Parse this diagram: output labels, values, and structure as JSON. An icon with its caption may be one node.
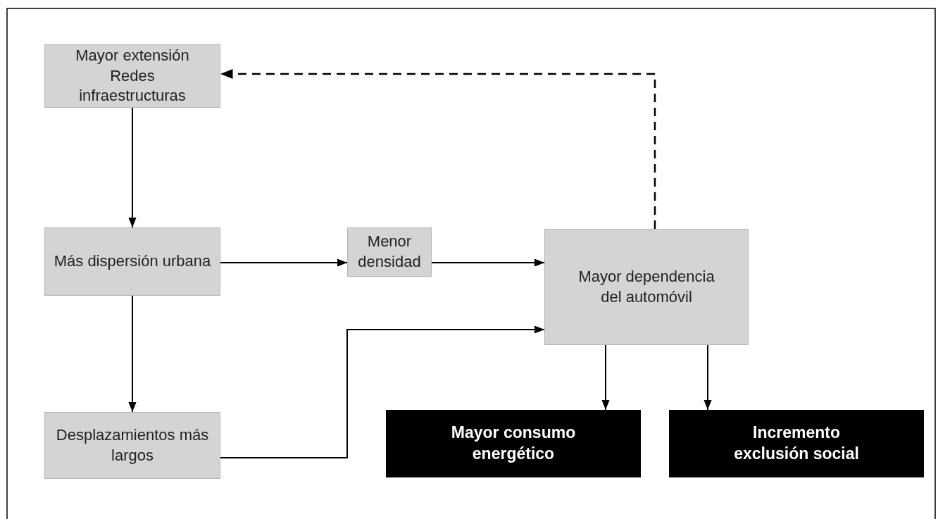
{
  "diagram": {
    "nodes": [
      {
        "text": [
          "Mayor extensión Redes infraestructuras"
        ]
      },
      {
        "text": [
          "Más dispersión urbana"
        ]
      },
      {
        "text": [
          "Menor densidad"
        ]
      },
      {
        "text": [
          "Mayor dependencia del automóvil"
        ]
      },
      {
        "text": [
          "Desplazamientos más largos"
        ]
      },
      {
        "text": [
          "Mayor consumo energético"
        ]
      },
      {
        "text": [
          "Incremento exclusión social"
        ]
      }
    ],
    "edges": [
      {
        "from": 0,
        "to": 1,
        "arrow": "to"
      },
      {
        "from": 1,
        "to": 2,
        "arrow": "to"
      },
      {
        "from": 2,
        "to": 3,
        "arrow": "to"
      },
      {
        "from": 1,
        "to": 4,
        "arrow": "to"
      },
      {
        "from": 4,
        "to": 3,
        "arrow": "to"
      },
      {
        "from": 3,
        "to": 5,
        "arrow": "to"
      },
      {
        "from": 3,
        "to": 6,
        "arrow": "to"
      },
      {
        "from": 3,
        "to": 0,
        "arrow": "to",
        "style": "dashed"
      }
    ]
  }
}
